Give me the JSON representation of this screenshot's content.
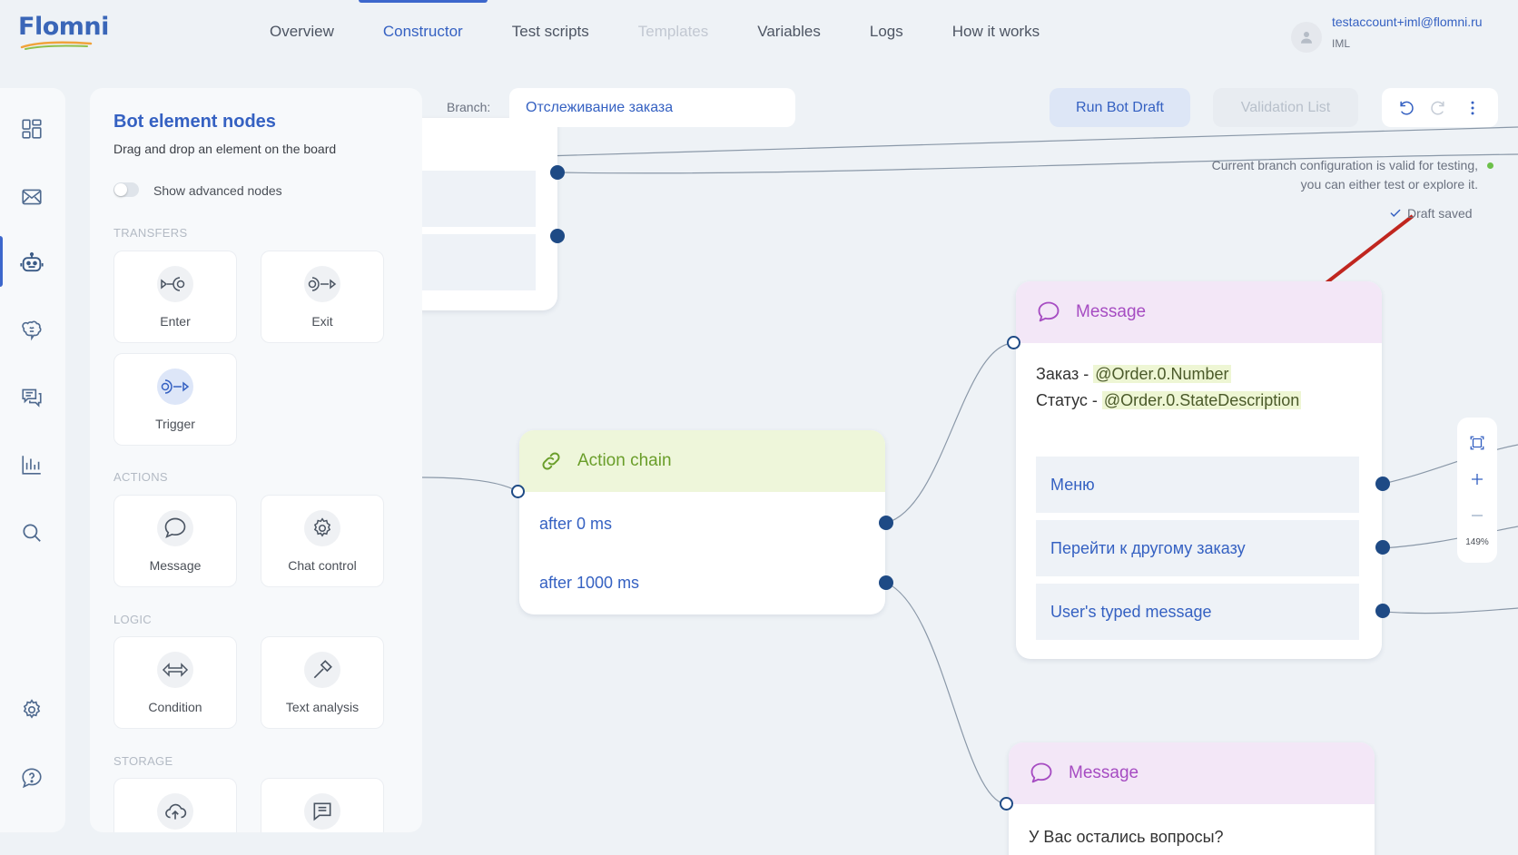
{
  "app": {
    "logo": "Flomni"
  },
  "nav": [
    {
      "label": "Overview"
    },
    {
      "label": "Constructor"
    },
    {
      "label": "Test scripts"
    },
    {
      "label": "Templates"
    },
    {
      "label": "Variables"
    },
    {
      "label": "Logs"
    },
    {
      "label": "How it works"
    }
  ],
  "user": {
    "email": "testaccount+iml@flomni.ru",
    "org": "IML"
  },
  "rail": [
    "dashboard-icon",
    "mail-icon",
    "bot-icon",
    "brain-icon",
    "chat-icon",
    "chart-icon",
    "search-icon",
    "settings-icon",
    "help-icon"
  ],
  "palette": {
    "title": "Bot element nodes",
    "subtitle": "Drag and drop an element on the board",
    "toggle_label": "Show advanced nodes",
    "sections": {
      "transfers": "TRANSFERS",
      "actions": "ACTIONS",
      "logic": "LOGIC",
      "storage": "STORAGE"
    },
    "tiles": {
      "enter": "Enter",
      "exit": "Exit",
      "trigger": "Trigger",
      "message": "Message",
      "chat_control": "Chat control",
      "condition": "Condition",
      "text_analysis": "Text analysis"
    }
  },
  "board": {
    "branch_label": "Branch:",
    "branch_value": "Отслеживание заказа",
    "run_button": "Run Bot Draft",
    "validation_button": "Validation List",
    "validation_line1": "Current branch configuration is valid for testing,",
    "validation_line2": "you can either test or explore it.",
    "draft_saved": "Draft saved",
    "zoom_level": "149%"
  },
  "nodes": {
    "action_chain": {
      "title": "Action chain",
      "rows": [
        "after 0 ms",
        "after 1000 ms"
      ]
    },
    "message1": {
      "title": "Message",
      "line1_prefix": "Заказ - ",
      "line1_var": "@Order.0.Number",
      "line2_prefix": "Статус - ",
      "line2_var": "@Order.0.StateDescription",
      "buttons": [
        "Меню",
        "Перейти к другому заказу",
        "User's typed message"
      ]
    },
    "message2": {
      "title": "Message",
      "text": "У Вас остались вопросы?"
    }
  },
  "colors": {
    "accent": "#3561c2",
    "action_header": "#eef6da",
    "message_header": "#f3e7f7",
    "annotation_arrow": "#c0261f",
    "valid_dot": "#6cc04a"
  }
}
